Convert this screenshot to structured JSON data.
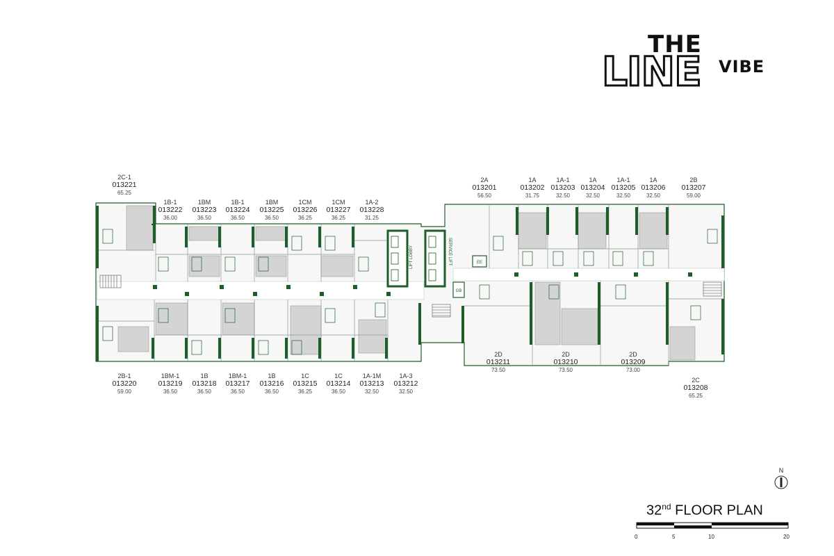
{
  "logo": {
    "line1": "THE",
    "line2": "LINE",
    "line3": "VIBE"
  },
  "floor_title": {
    "prefix": "32",
    "suffix": "nd",
    "rest": "FLOOR PLAN"
  },
  "north_label": "N",
  "scale": {
    "ticks": [
      "0",
      "5",
      "10",
      "20"
    ]
  },
  "core": {
    "lift_lobby": "LIFT LOBBY",
    "service_lift": "SERVICE LIFT",
    "ee": "EE",
    "gb": "GB"
  },
  "colors": {
    "wall": "#1f5e2a",
    "room_gray": "#d4d4d4",
    "room_light": "#f4f4f4"
  },
  "units": [
    {
      "type": "2C-1",
      "number": "013221",
      "area": "65.25"
    },
    {
      "type": "1B-1",
      "number": "013222",
      "area": "36.00"
    },
    {
      "type": "1BM",
      "number": "013223",
      "area": "36.50"
    },
    {
      "type": "1B-1",
      "number": "013224",
      "area": "36.50"
    },
    {
      "type": "1BM",
      "number": "013225",
      "area": "36.50"
    },
    {
      "type": "1CM",
      "number": "013226",
      "area": "36.25"
    },
    {
      "type": "1CM",
      "number": "013227",
      "area": "36.25"
    },
    {
      "type": "1A-2",
      "number": "013228",
      "area": "31.25"
    },
    {
      "type": "2A",
      "number": "013201",
      "area": "56.50"
    },
    {
      "type": "1A",
      "number": "013202",
      "area": "31.75"
    },
    {
      "type": "1A-1",
      "number": "013203",
      "area": "32.50"
    },
    {
      "type": "1A",
      "number": "013204",
      "area": "32.50"
    },
    {
      "type": "1A-1",
      "number": "013205",
      "area": "32.50"
    },
    {
      "type": "1A",
      "number": "013206",
      "area": "32.50"
    },
    {
      "type": "2B",
      "number": "013207",
      "area": "59.00"
    },
    {
      "type": "2B-1",
      "number": "013220",
      "area": "59.00"
    },
    {
      "type": "1BM-1",
      "number": "013219",
      "area": "36.50"
    },
    {
      "type": "1B",
      "number": "013218",
      "area": "36.50"
    },
    {
      "type": "1BM-1",
      "number": "013217",
      "area": "36.50"
    },
    {
      "type": "1B",
      "number": "013216",
      "area": "36.50"
    },
    {
      "type": "1C",
      "number": "013215",
      "area": "36.25"
    },
    {
      "type": "1C",
      "number": "013214",
      "area": "36.50"
    },
    {
      "type": "1A-1M",
      "number": "013213",
      "area": "32.50"
    },
    {
      "type": "1A-3",
      "number": "013212",
      "area": "32.50"
    },
    {
      "type": "2D",
      "number": "013211",
      "area": "73.50"
    },
    {
      "type": "2D",
      "number": "013210",
      "area": "73.50"
    },
    {
      "type": "2D",
      "number": "013209",
      "area": "73.00"
    },
    {
      "type": "2C",
      "number": "013208",
      "area": "65.25"
    }
  ]
}
